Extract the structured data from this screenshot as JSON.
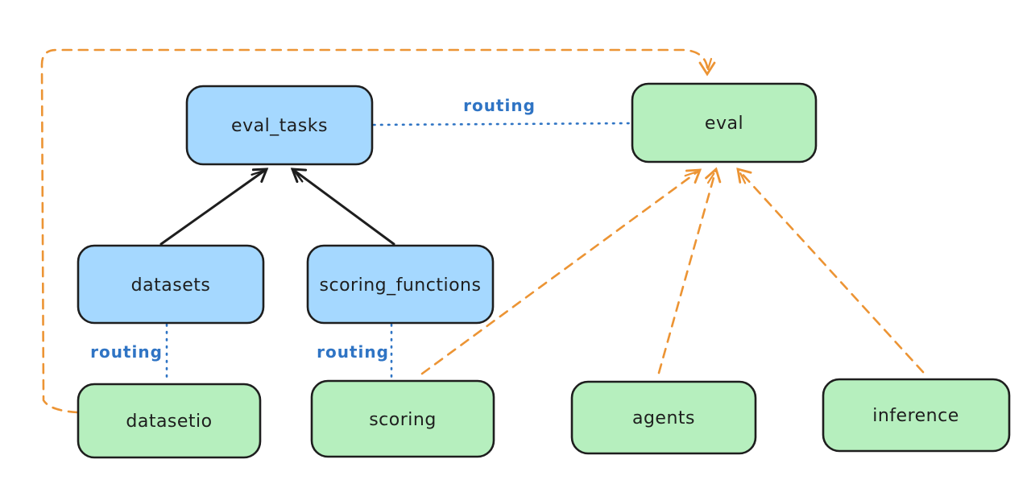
{
  "diagram": {
    "type": "architecture-diagram",
    "background": "#ffffff",
    "colors": {
      "node_stroke": "#1e1e1e",
      "blue_fill": "#a5d8ff",
      "green_fill": "#b6efbe",
      "routing_blue": "#2f74c4",
      "orange_dashed": "#ec9434",
      "black_arrow": "#1e1e1e"
    },
    "nodes": [
      {
        "id": "eval_tasks",
        "label": "eval_tasks",
        "fill": "blue"
      },
      {
        "id": "eval",
        "label": "eval",
        "fill": "green"
      },
      {
        "id": "datasets",
        "label": "datasets",
        "fill": "blue"
      },
      {
        "id": "scoring_functions",
        "label": "scoring_functions",
        "fill": "blue"
      },
      {
        "id": "datasetio",
        "label": "datasetio",
        "fill": "green"
      },
      {
        "id": "scoring",
        "label": "scoring",
        "fill": "green"
      },
      {
        "id": "agents",
        "label": "agents",
        "fill": "green"
      },
      {
        "id": "inference",
        "label": "inference",
        "fill": "green"
      }
    ],
    "edges": [
      {
        "from": "datasets",
        "to": "eval_tasks",
        "style": "solid-arrow",
        "color": "#1e1e1e",
        "label": ""
      },
      {
        "from": "scoring_functions",
        "to": "eval_tasks",
        "style": "solid-arrow",
        "color": "#1e1e1e",
        "label": ""
      },
      {
        "from": "eval_tasks",
        "to": "eval",
        "style": "dotted",
        "color": "#2f74c4",
        "label": "routing"
      },
      {
        "from": "datasets",
        "to": "datasetio",
        "style": "dotted",
        "color": "#2f74c4",
        "label": "routing"
      },
      {
        "from": "scoring_functions",
        "to": "scoring",
        "style": "dotted",
        "color": "#2f74c4",
        "label": "routing"
      },
      {
        "from": "datasetio",
        "to": "eval",
        "style": "dashed-arrow",
        "color": "#ec9434",
        "label": ""
      },
      {
        "from": "scoring",
        "to": "eval",
        "style": "dashed-arrow",
        "color": "#ec9434",
        "label": ""
      },
      {
        "from": "agents",
        "to": "eval",
        "style": "dashed-arrow",
        "color": "#ec9434",
        "label": ""
      },
      {
        "from": "inference",
        "to": "eval",
        "style": "dashed-arrow",
        "color": "#ec9434",
        "label": ""
      }
    ]
  }
}
